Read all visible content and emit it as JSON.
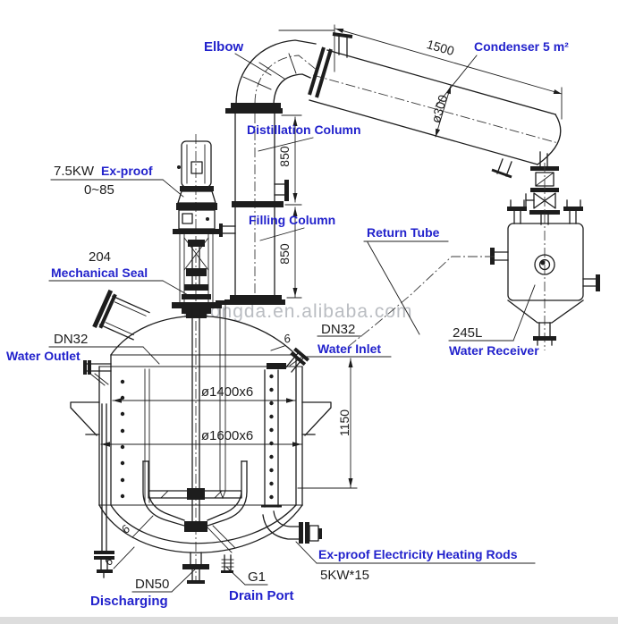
{
  "watermark": {
    "text": "lzhongda.en.alibaba.com"
  },
  "colors": {
    "label_blue": "#2222cc",
    "line_black": "#1d1d1d",
    "watermark_gray": "#a9adb3"
  },
  "labels": {
    "elbow": "Elbow",
    "condenser": "Condenser 5 m²",
    "distillation_column": "Distillation Column",
    "filling_column": "Filling Column",
    "return_tube": "Return Tube",
    "motor_power": "7.5KW",
    "motor_type": "Ex-proof",
    "motor_speed_range": "0~85",
    "seal_model": "204",
    "mechanical_seal": "Mechanical Seal",
    "water_outlet_dn": "DN32",
    "water_outlet": "Water Outlet",
    "water_inlet_dn": "DN32",
    "water_inlet": "Water Inlet",
    "receiver_volume": "245L",
    "water_receiver": "Water Receiver",
    "heating_rods": "Ex-proof Electricity Heating Rods",
    "heating_rods_power": "5KW*15",
    "discharging_dn": "DN50",
    "discharging": "Discharging",
    "drain_thread": "G1",
    "drain_port": "Drain Port"
  },
  "dimensions": {
    "condenser_length": "1500",
    "condenser_diameter": "ø300",
    "distillation_column_height": "850",
    "filling_column_height": "850",
    "inner_diameter": "ø1400x6",
    "jacket_diameter": "ø1600x6",
    "shell_height": "1150",
    "weld_size": "6"
  }
}
